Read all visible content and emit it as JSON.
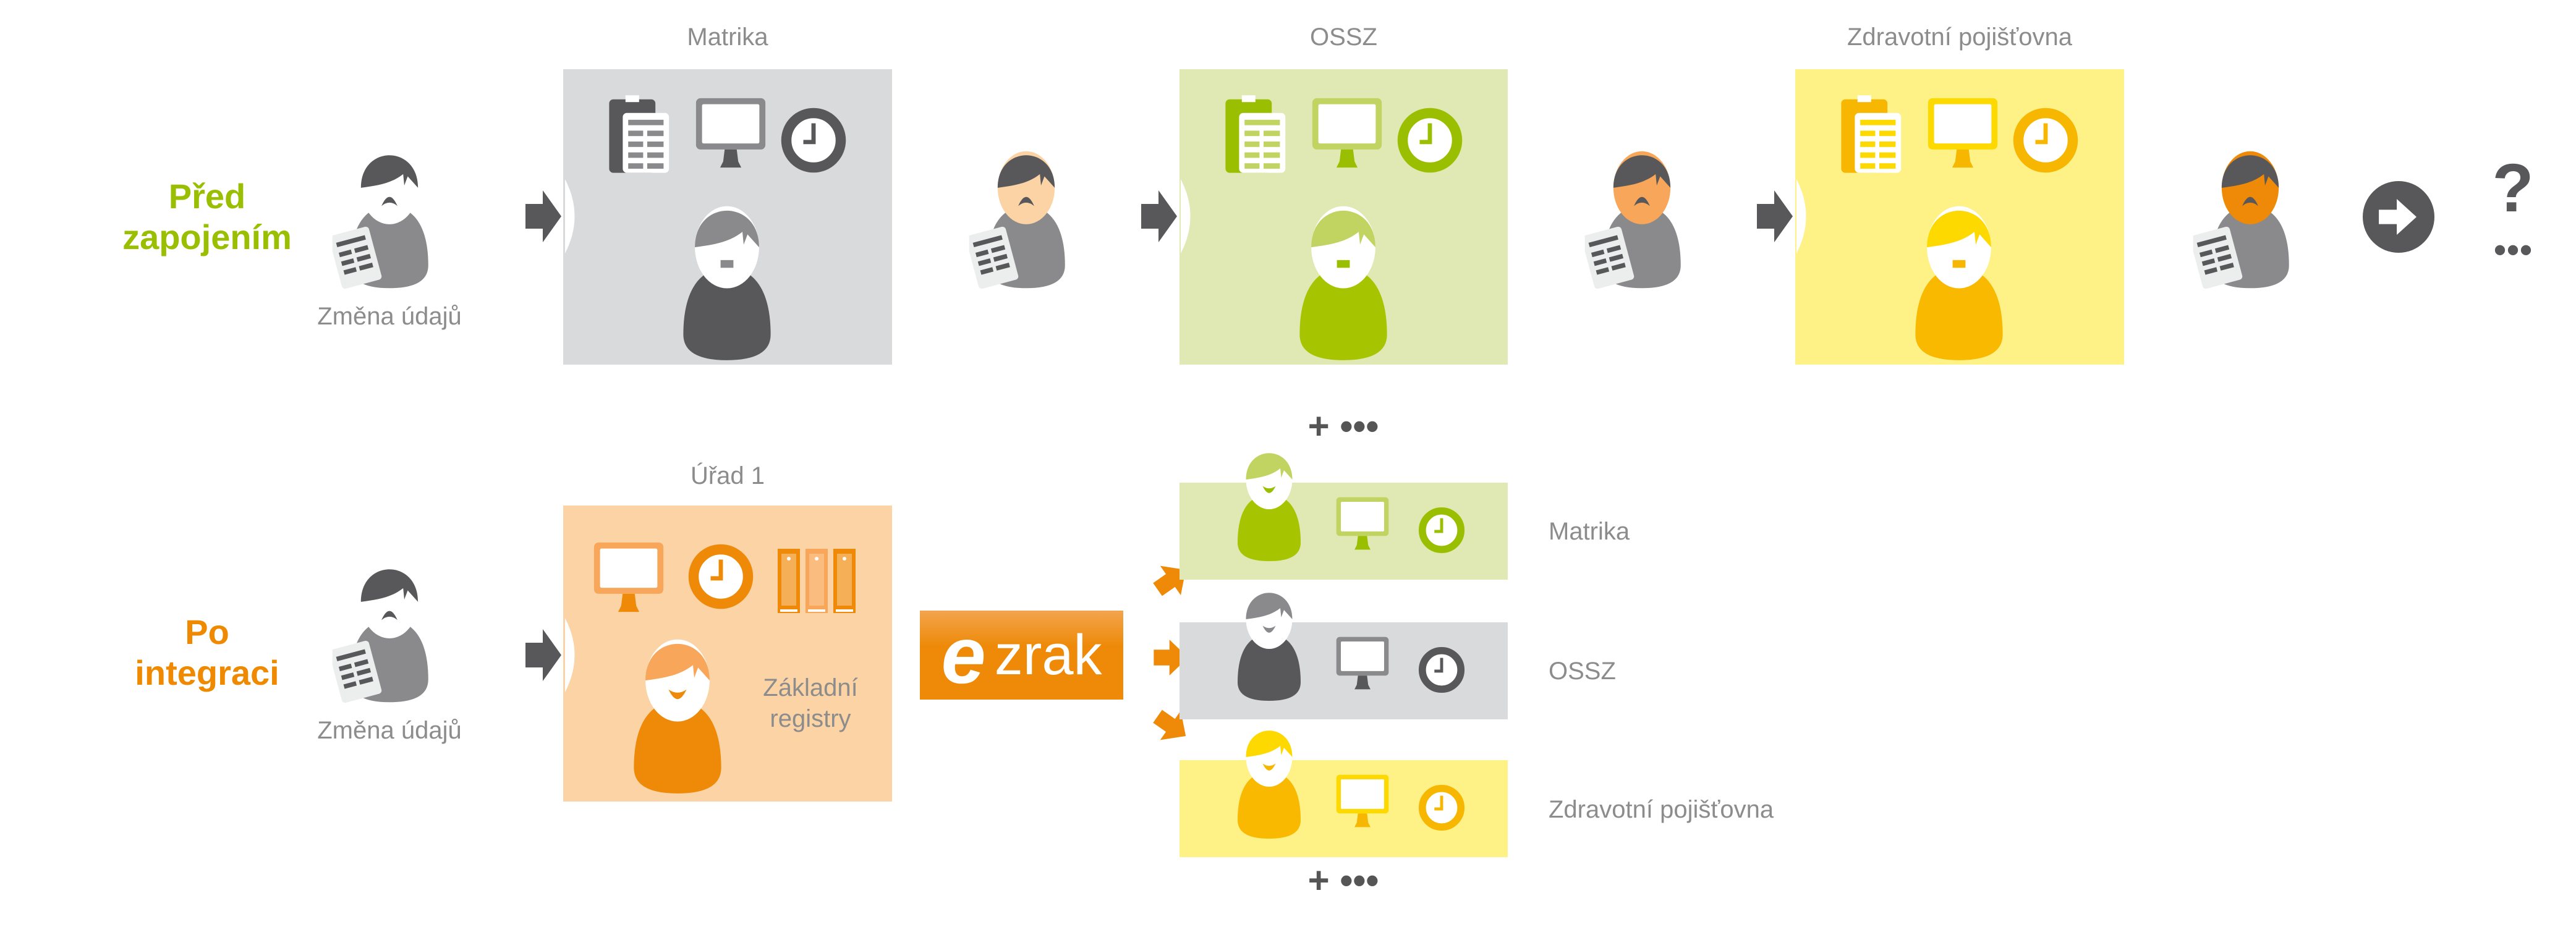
{
  "colors": {
    "grey_box": "#d9dadc",
    "green_box": "#e0e9b3",
    "yellow_box": "#fef287",
    "orange_box": "#fbd3a4",
    "green_title": "#99bf00",
    "orange_title": "#ef8a00",
    "dark": "#58585a"
  },
  "top_row": {
    "title": "Před zapojením",
    "title_line1": "Před",
    "title_line2": "zapojením",
    "citizen_label": "Změna údajů",
    "offices": [
      {
        "label": "Matrika"
      },
      {
        "label": "OSSZ"
      },
      {
        "label": "Zdravotní pojišťovna"
      }
    ],
    "end_question": "?",
    "end_dots": "•••",
    "more_label": "+ •••"
  },
  "bottom_row": {
    "title_line1": "Po",
    "title_line2": "integraci",
    "citizen_label": "Změna údajů",
    "office": {
      "label": "Úřad 1",
      "registry_line1": "Základní",
      "registry_line2": "registry"
    },
    "ezrak": {
      "e": "e",
      "rest": "zrak"
    },
    "targets": [
      {
        "label": "Matrika"
      },
      {
        "label": "OSSZ"
      },
      {
        "label": "Zdravotní pojišťovna"
      }
    ],
    "more_label": "+ •••"
  }
}
